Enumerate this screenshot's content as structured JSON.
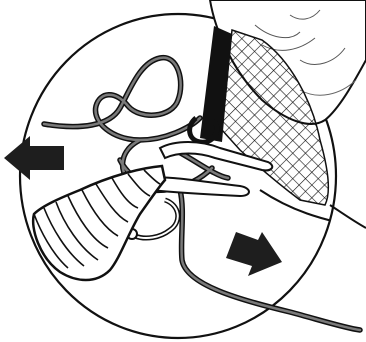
{
  "illustration": {
    "subject": "knot-tying-step",
    "has_text": false,
    "colors": {
      "background": "#ffffff",
      "outline": "#111111",
      "line": "#4a4a4a",
      "arrow": "#1e1e1e",
      "skin": "#ffffff"
    },
    "arrows": [
      {
        "name": "arrow-left",
        "direction": "left"
      },
      {
        "name": "arrow-down-right",
        "direction": "down-right"
      }
    ],
    "icons": [
      "pull-left-arrow-icon",
      "pull-right-arrow-icon",
      "fishing-line-icon",
      "hook-eye-icon",
      "fly-lure-icon"
    ]
  }
}
